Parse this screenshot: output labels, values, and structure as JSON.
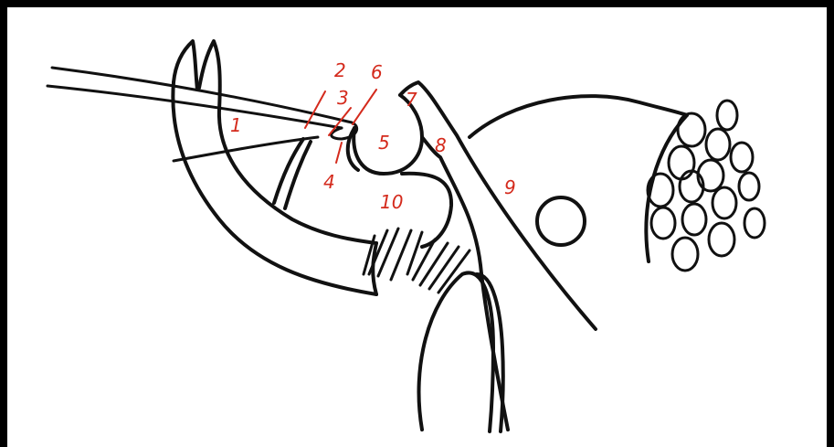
{
  "diagram": {
    "labels": [
      {
        "id": "1",
        "text": "1"
      },
      {
        "id": "2",
        "text": "2"
      },
      {
        "id": "3",
        "text": "3"
      },
      {
        "id": "4",
        "text": "4"
      },
      {
        "id": "5",
        "text": "5"
      },
      {
        "id": "6",
        "text": "6"
      },
      {
        "id": "7",
        "text": "7"
      },
      {
        "id": "8",
        "text": "8"
      },
      {
        "id": "9",
        "text": "9"
      },
      {
        "id": "10",
        "text": "10"
      }
    ],
    "colors": {
      "ink": "#111111",
      "label": "#d42a1c",
      "paper": "#ffffff",
      "border": "#000000"
    }
  }
}
